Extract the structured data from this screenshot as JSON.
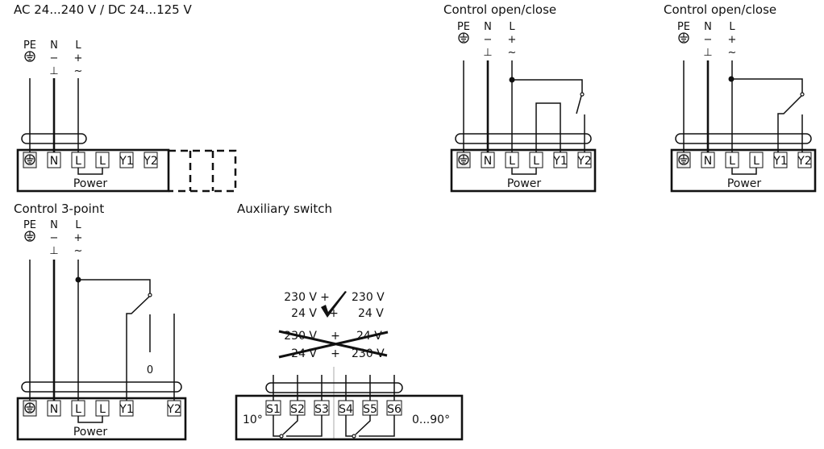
{
  "supply_label": "AC 24...240 V / DC 24...125 V",
  "wire_labels": {
    "pe": "PE",
    "n": "N",
    "l": "L",
    "minus": "−",
    "neutral_symbol": "⊥",
    "plus": "+",
    "ac": "~"
  },
  "terminals": [
    "N",
    "L",
    "L",
    "Y1",
    "Y2"
  ],
  "power_label": "Power",
  "titles": {
    "open_close_1": "Control open/close",
    "open_close_2": "Control open/close",
    "three_point": "Control 3-point",
    "aux": "Auxiliary switch"
  },
  "three_point_zero": "0",
  "aux": {
    "terminals": [
      "S1",
      "S2",
      "S3",
      "S4",
      "S5",
      "S6"
    ],
    "left_label": "10°",
    "right_label": "0...90°",
    "allowed": [
      [
        "230 V",
        "+",
        "230 V"
      ],
      [
        "24 V",
        "+",
        "24 V"
      ]
    ],
    "forbidden": [
      [
        "230 V",
        "+",
        "24 V"
      ],
      [
        "24 V",
        "+",
        "230 V"
      ]
    ]
  }
}
